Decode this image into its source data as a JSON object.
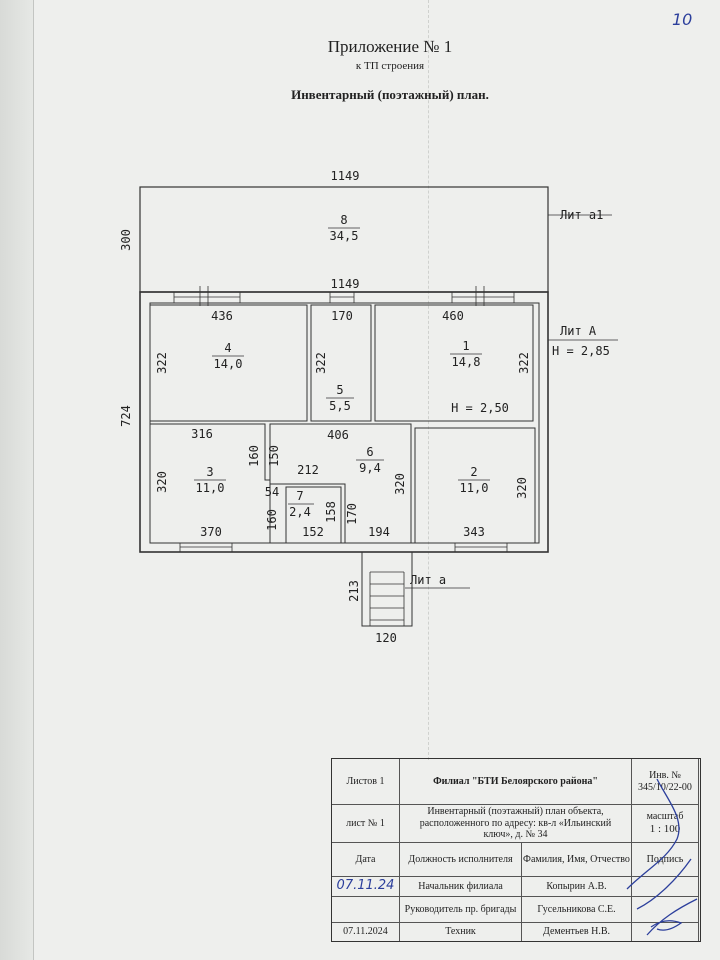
{
  "page_number": "10",
  "title": "Приложение № 1",
  "subtitle": "к ТП строения",
  "plan_title": "Инвентарный (поэтажный) план.",
  "plan": {
    "dims": {
      "top_total": "1149",
      "mid_total": "1149",
      "left_porch": "300",
      "left_main": "724",
      "r4_top": "436",
      "r5_top": "170",
      "r1_top": "460",
      "r4_left": "322",
      "r5_left": "322",
      "r1_right": "322",
      "r6_top": "406",
      "r3_top": "316",
      "r3_left": "320",
      "r3_right_upper": "160",
      "r3_right_lower": "160",
      "r6_left": "150",
      "r6_inner": "212",
      "corr": "54",
      "r7_right": "158",
      "r6_lower_left": "170",
      "r6_right": "320",
      "r2_right": "320",
      "r3_bottom": "370",
      "r7_bottom": "152",
      "r6_bottom": "194",
      "r2_bottom": "343",
      "stair_h": "213",
      "stair_w": "120"
    },
    "rooms": [
      {
        "num": "8",
        "area": "34,5"
      },
      {
        "num": "4",
        "area": "14,0"
      },
      {
        "num": "5",
        "area": "5,5"
      },
      {
        "num": "1",
        "area": "14,8"
      },
      {
        "num": "6",
        "area": "9,4"
      },
      {
        "num": "3",
        "area": "11,0"
      },
      {
        "num": "7",
        "area": "2,4"
      },
      {
        "num": "2",
        "area": "11,0"
      }
    ],
    "inner_height": "Н = 2,50",
    "lit_a1": "Лит а1",
    "lit_A": "Лит А",
    "lit_A_height": "Н = 2,85",
    "lit_a": "Лит а"
  },
  "title_block": {
    "sheets": "Листов 1",
    "org": "Филиал \"БТИ Белоярского района\"",
    "inv_label": "Инв. №",
    "inv_value": "345/10/22-00",
    "sheet": "лист № 1",
    "description": "Инвентарный (поэтажный) план объекта, расположенного по адресу: кв-л «Ильинский ключ», д. № 34",
    "scale_label": "масштаб",
    "scale_value": "1 : 100",
    "col_date": "Дата",
    "col_position": "Должность исполнителя",
    "col_name": "Фамилия, Имя, Отчество",
    "col_sign": "Подпись",
    "rows": [
      {
        "date": "07.11.24",
        "position": "Начальник филиала",
        "name": "Копырин А.В."
      },
      {
        "date": "",
        "position": "Руководитель пр. бригады",
        "name": "Гусельникова С.Е."
      },
      {
        "date": "07.11.2024",
        "position": "Техник",
        "name": "Дементьев Н.В."
      }
    ]
  }
}
